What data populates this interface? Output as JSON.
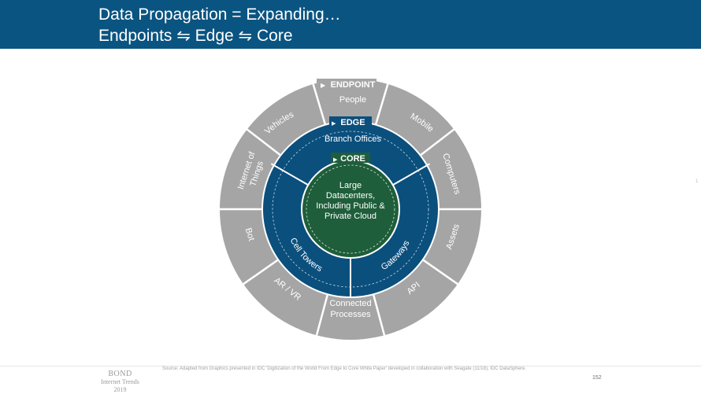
{
  "header": {
    "title_line1": "Data Propagation = Expanding…",
    "title_line2": "Endpoints ⇋ Edge ⇋ Core"
  },
  "diagram": {
    "colors": {
      "outer_ring": "#a5a5a5",
      "edge_ring": "#0b4f7d",
      "core": "#1f5e3b",
      "separator": "#ffffff"
    },
    "rings": {
      "endpoint_label": "ENDPOINT",
      "edge_label": "EDGE",
      "core_label": "CORE"
    },
    "endpoint_segments": [
      "People",
      "Mobile",
      "Computers",
      "Assets",
      "API",
      "Connected Processes",
      "AR / VR",
      "Bot",
      "Internet of Things",
      "Vehicles"
    ],
    "edge_segments": [
      "Branch Offices",
      "Gateways",
      "Cell Towers"
    ],
    "core_lines": [
      "Large",
      "Datacenters,",
      "Including Public &",
      "Private Cloud"
    ]
  },
  "footer": {
    "brand_line1": "BOND",
    "brand_line2": "Internet Trends",
    "brand_line3": "2019",
    "source": "Source: Adapted from Graphics presented in IDC 'Digitization of the World From Edge to Core White Paper' developed in collaboration with Seagate (11/18), IDC DataSphere.",
    "page_number": "152",
    "corner_mark": "1"
  }
}
